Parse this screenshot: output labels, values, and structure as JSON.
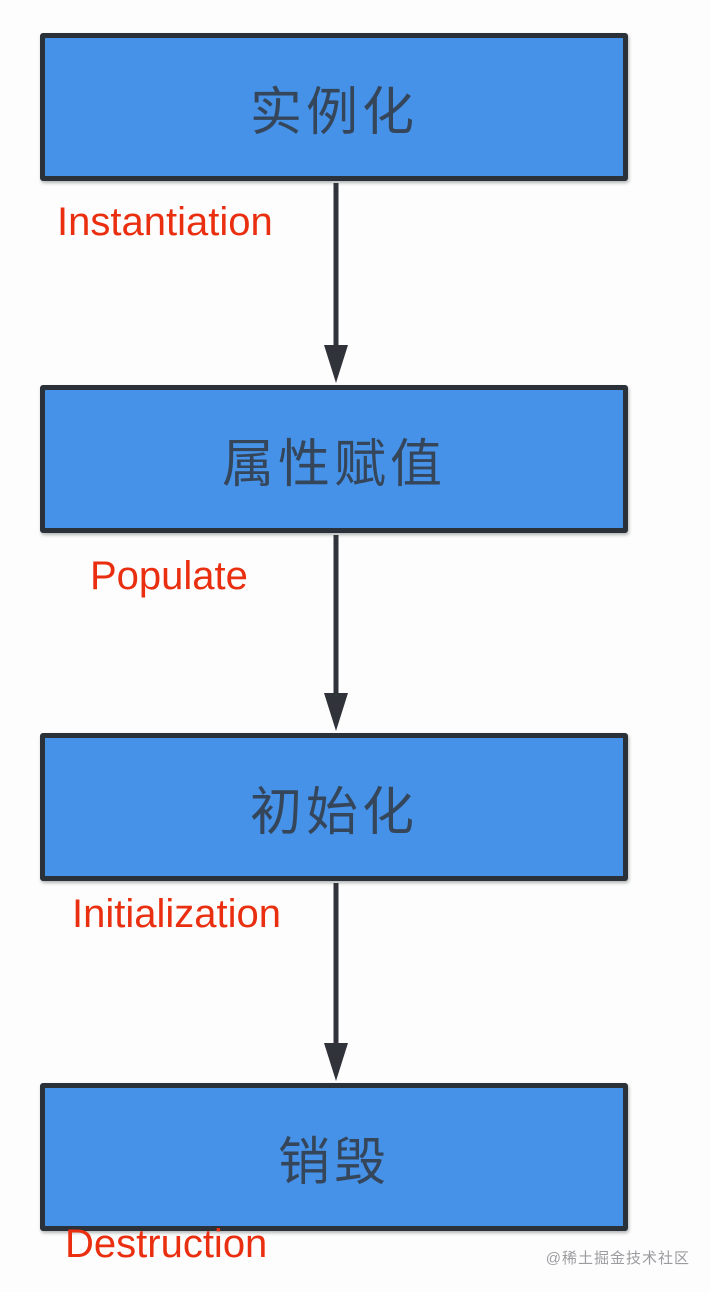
{
  "diagram": {
    "title_semantic": "bean-lifecycle-flowchart",
    "colors": {
      "box_fill": "#4592e8",
      "box_border": "#2b3138",
      "box_text": "#36465a",
      "annotation_red": "#ea2f10",
      "arrow": "#30343a",
      "watermark_gray": "#9c9ca0",
      "background": "#fdfdfd"
    },
    "steps": [
      {
        "box_label": "实例化",
        "annotation": "Instantiation"
      },
      {
        "box_label": "属性赋值",
        "annotation": "Populate"
      },
      {
        "box_label": "初始化",
        "annotation": "Initialization"
      },
      {
        "box_label": "销毁",
        "annotation": "Destruction"
      }
    ],
    "watermark": "@稀土掘金技术社区"
  }
}
